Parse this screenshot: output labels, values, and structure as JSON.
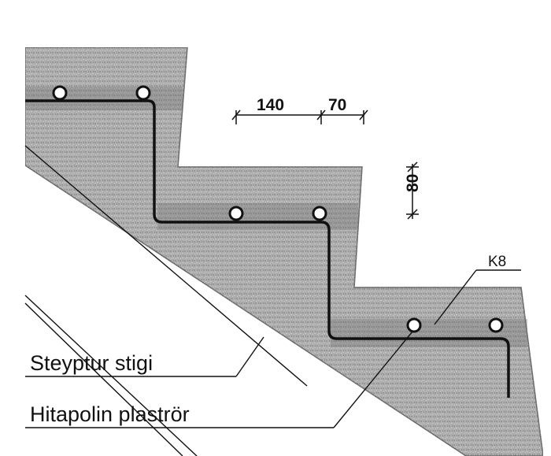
{
  "dimensions": {
    "tread": "140",
    "tube_gap": "70",
    "rise": "80"
  },
  "tags": {
    "rebar": "K8"
  },
  "labels": {
    "stair": "Steyptur stigi",
    "tube": "Hitapolin plaströr"
  }
}
